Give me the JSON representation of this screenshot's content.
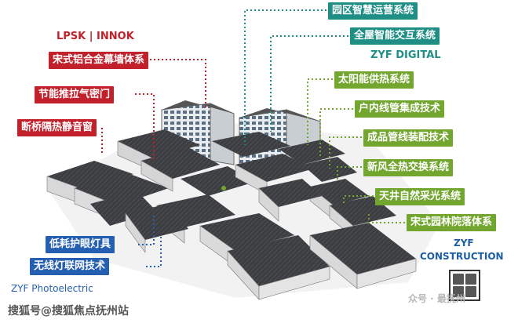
{
  "brands": {
    "left_top": "LPSK  |  INNOK",
    "digital": "ZYF DIGITAL",
    "construction_top": "ZYF",
    "construction_bottom": "CONSTRUCTION",
    "photoelectric": "ZYF Photoelectric"
  },
  "left_labels": [
    "宋式铝合金幕墙体系",
    "节能推拉气密门",
    "断桥隔热静音窗",
    "低耗护眼灯具",
    "无线灯联网技术"
  ],
  "right_labels": [
    "园区智慧运营系统",
    "全屋智能交互系统",
    "太阳能供热系统",
    "户内线管集成技术",
    "成品管线装配技术",
    "新风全热交换系统",
    "天井自然采光系统",
    "宋式园林院落体系"
  ],
  "watermarks": {
    "left": "搜狐号@搜狐焦点抚州站",
    "right": "众号 · 最抚州"
  },
  "colors": {
    "red": "#c2212b",
    "teal": "#1f8f86",
    "blue": "#245fb1",
    "green": "#73a62f"
  }
}
